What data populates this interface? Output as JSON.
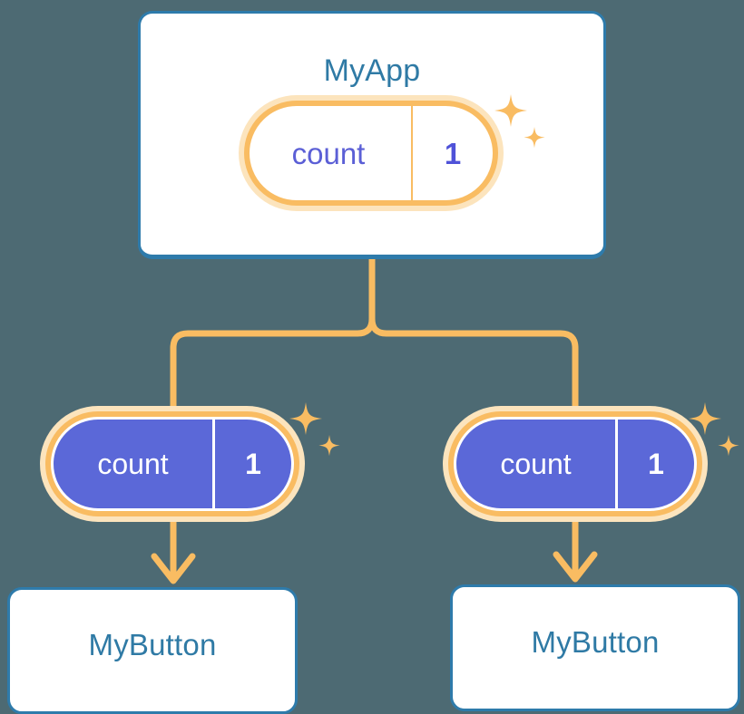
{
  "diagram": {
    "type": "component-state-tree",
    "background_color": "#4d6a73",
    "accent_colors": {
      "card_border_blue": "#2e7bab",
      "title_blue": "#2f7aa5",
      "pill_ring_orange": "#f9bc62",
      "pill_glow_orange": "#fce4bd",
      "pill_fill_purple": "#5b68d8",
      "pill_text_purple": "#5b5fd6",
      "connector_orange": "#f9bc62"
    }
  },
  "app_card": {
    "title": "MyApp",
    "state_pill": {
      "key": "count",
      "value": "1",
      "style": "hollow",
      "sparkle_label": "sparkles-icon"
    }
  },
  "children": [
    {
      "state_pill": {
        "key": "count",
        "value": "1",
        "style": "filled",
        "sparkle_label": "sparkles-icon"
      },
      "card_title": "MyButton"
    },
    {
      "state_pill": {
        "key": "count",
        "value": "1",
        "style": "filled",
        "sparkle_label": "sparkles-icon"
      },
      "card_title": "MyButton"
    }
  ],
  "connectors": {
    "trunk_label": "state-flow-trunk",
    "branch_left_label": "state-flow-branch-left",
    "branch_right_label": "state-flow-branch-right",
    "arrow_left_label": "state-flow-arrow-left",
    "arrow_right_label": "state-flow-arrow-right"
  }
}
